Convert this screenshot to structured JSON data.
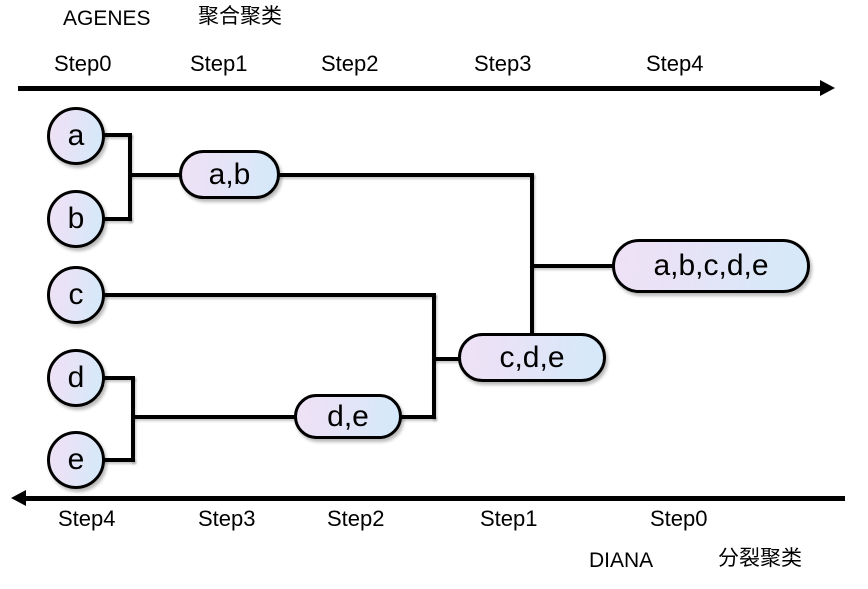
{
  "diagram": {
    "top_title_latin": "AGENES",
    "top_title_cjk": "聚合聚类",
    "bottom_title_latin": "DIANA",
    "bottom_title_cjk": "分裂聚类",
    "top_axis_steps": [
      "Step0",
      "Step1",
      "Step2",
      "Step3",
      "Step4"
    ],
    "bottom_axis_steps": [
      "Step4",
      "Step3",
      "Step2",
      "Step1",
      "Step0"
    ],
    "top_axis_direction": "right",
    "bottom_axis_direction": "left",
    "leaves": [
      {
        "label": "a"
      },
      {
        "label": "b"
      },
      {
        "label": "c"
      },
      {
        "label": "d"
      },
      {
        "label": "e"
      }
    ],
    "clusters": [
      {
        "label": "a,b",
        "step": 1,
        "members": [
          "a",
          "b"
        ]
      },
      {
        "label": "d,e",
        "step": 2,
        "members": [
          "d",
          "e"
        ]
      },
      {
        "label": "c,d,e",
        "step": 3,
        "members": [
          "c",
          "d",
          "e"
        ]
      },
      {
        "label": "a,b,c,d,e",
        "step": 4,
        "members": [
          "a",
          "b",
          "c",
          "d",
          "e"
        ]
      }
    ],
    "colors": {
      "node_fill_start": "#efe1f6",
      "node_fill_end": "#d4e9f9",
      "node_border": "#000000",
      "line": "#000000",
      "background": "#ffffff"
    }
  }
}
